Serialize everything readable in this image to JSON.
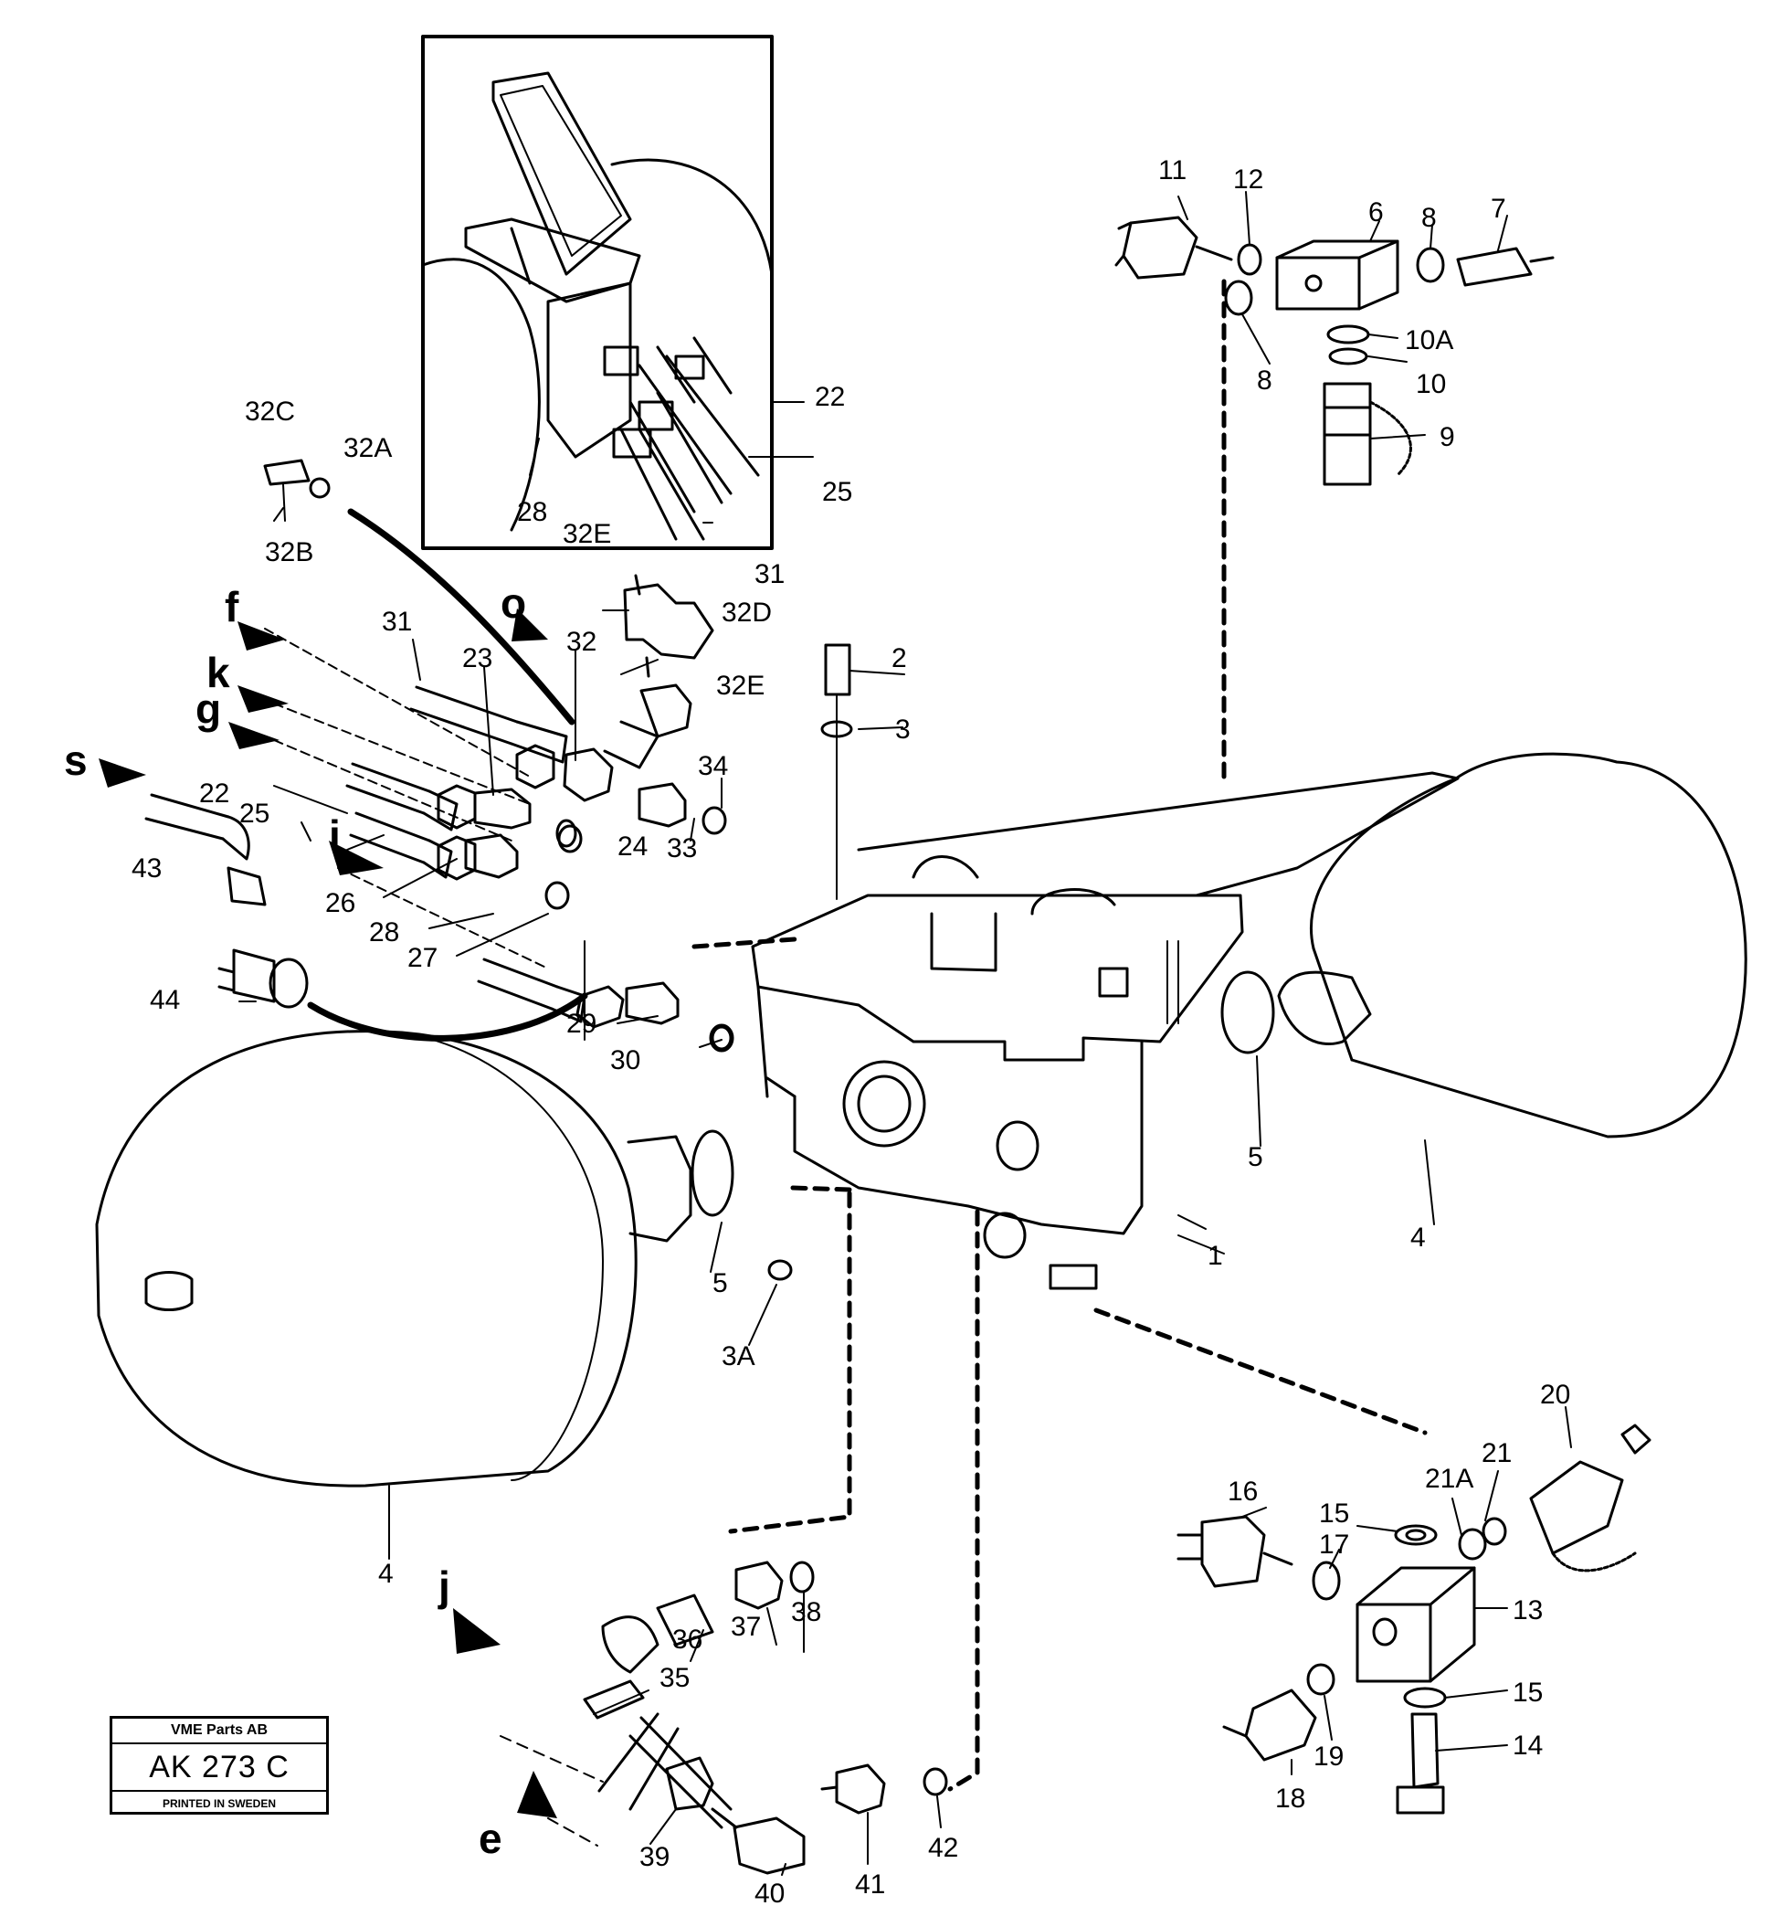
{
  "stamp": {
    "company": "VME Parts AB",
    "code": "AK 273 C",
    "printed": "PRINTED IN SWEDEN"
  },
  "part_labels": [
    "11",
    "12",
    "6",
    "8",
    "7",
    "8",
    "10A",
    "10",
    "9",
    "22",
    "25",
    "31",
    "28",
    "32E",
    "32C",
    "32A",
    "32B",
    "32D",
    "32E",
    "32",
    "31",
    "23",
    "2",
    "3",
    "34",
    "33",
    "24",
    "22",
    "25",
    "43",
    "44",
    "26",
    "28",
    "27",
    "29",
    "30",
    "5",
    "5",
    "3A",
    "1",
    "4",
    "4",
    "38",
    "37",
    "36",
    "35",
    "39",
    "40",
    "41",
    "42",
    "20",
    "21A",
    "21",
    "16",
    "15",
    "17",
    "13",
    "15",
    "14",
    "18",
    "19"
  ],
  "line_labels": [
    "f",
    "k",
    "g",
    "s",
    "i",
    "o",
    "j",
    "e"
  ]
}
